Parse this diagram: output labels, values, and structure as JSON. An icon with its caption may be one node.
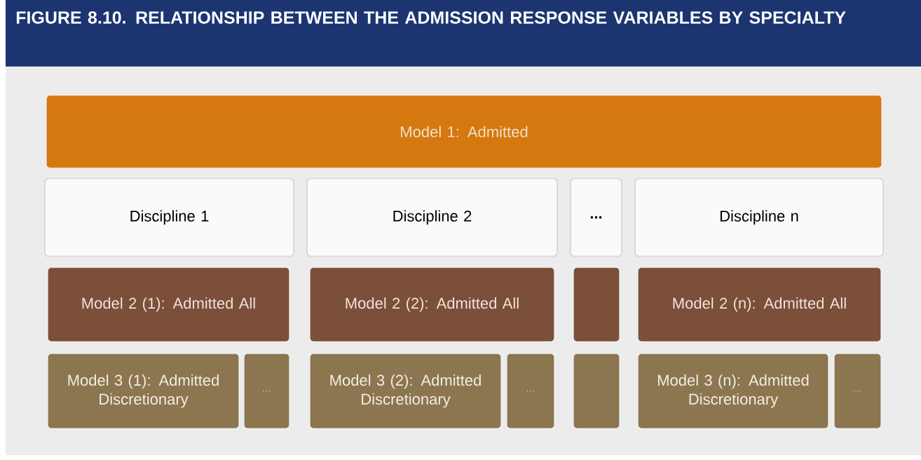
{
  "diagram": {
    "title": "FIGURE 8.10. RELATIONSHIP BETWEEN THE ADMISSION RESPONSE VARIABLES BY SPECIALTY",
    "nodes": [
      {
        "text": [
          "Model 1: Admitted"
        ]
      },
      {
        "text": [
          "Discipline 1"
        ]
      },
      {
        "text": [
          "Discipline 2"
        ]
      },
      {
        "text": [
          "..."
        ]
      },
      {
        "text": [
          "Discipline n"
        ]
      },
      {
        "text": [
          "Model 2 (1): Admitted All"
        ]
      },
      {
        "text": [
          "Model 2 (2): Admitted All"
        ]
      },
      {
        "text": [],
        "shape": "box"
      },
      {
        "text": [
          "Model 2 (n): Admitted All"
        ]
      },
      {
        "text": [
          "Model 3 (1): Admitted Discretionary"
        ]
      },
      {
        "text": [
          "..."
        ]
      },
      {
        "text": [
          "Model 3 (2): Admitted Discretionary"
        ]
      },
      {
        "text": [
          "..."
        ]
      },
      {
        "text": [],
        "shape": "box"
      },
      {
        "text": [
          "Model 3 (n): Admitted Discretionary"
        ]
      },
      {
        "text": [
          "..."
        ]
      }
    ]
  }
}
